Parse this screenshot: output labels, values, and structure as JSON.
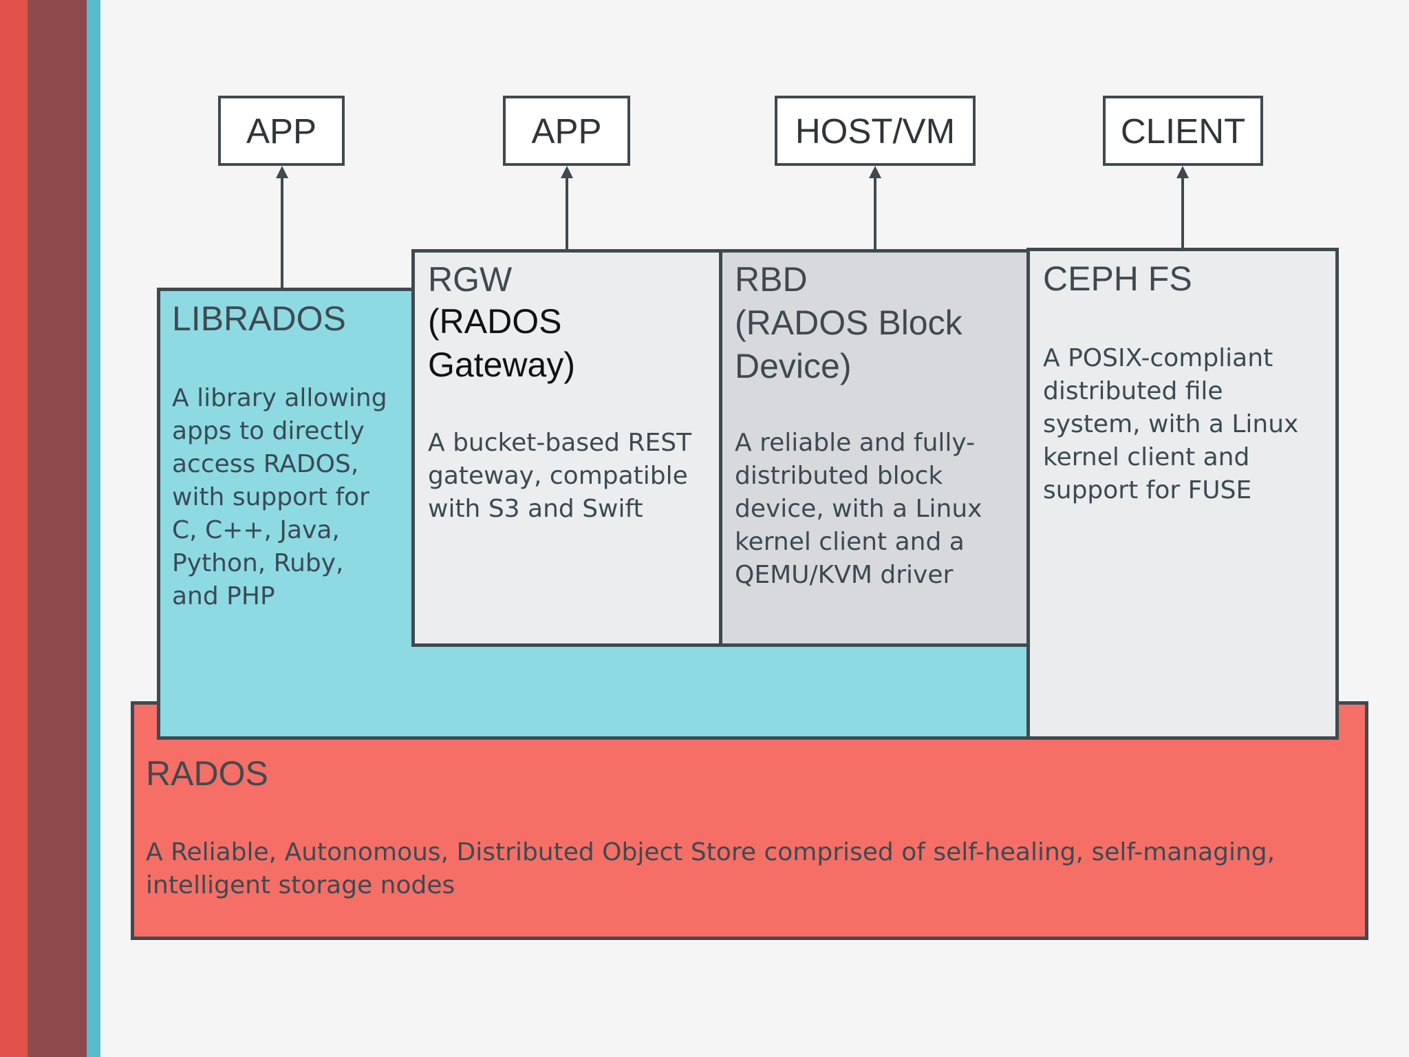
{
  "colors": {
    "background": "#f5f5f5",
    "rados_fill": "#f56f66",
    "librados_fill": "#8ddae3",
    "rgw_fill": "#ebedee",
    "rbd_fill": "#d8d9dc",
    "cephfs_fill": "#eaeced",
    "border": "#3f4a50",
    "stripe_red": "#e0514a",
    "stripe_brown": "#8e4a4c",
    "stripe_teal": "#56bccd"
  },
  "endpoints": [
    "APP",
    "APP",
    "HOST/VM",
    "CLIENT"
  ],
  "librados": {
    "title": "LIBRADOS",
    "description": "A library allowing\napps to directly\naccess RADOS,\nwith support for\nC, C++, Java,\nPython, Ruby,\nand PHP"
  },
  "rgw": {
    "title": "RGW",
    "subtitle": "(RADOS\nGateway)",
    "description": "A bucket-based REST\ngateway, compatible\nwith S3 and Swift"
  },
  "rbd": {
    "title": "RBD\n(RADOS Block\nDevice)",
    "description": "A reliable and fully-\ndistributed block\ndevice, with a Linux\nkernel client and a\nQEMU/KVM driver"
  },
  "cephfs": {
    "title": "CEPH FS",
    "description": "A POSIX-compliant\ndistributed file\nsystem, with a Linux\nkernel client and\nsupport for FUSE"
  },
  "rados": {
    "title": "RADOS",
    "description": "A Reliable, Autonomous, Distributed Object Store comprised of self-healing, self-managing,\nintelligent storage nodes"
  }
}
